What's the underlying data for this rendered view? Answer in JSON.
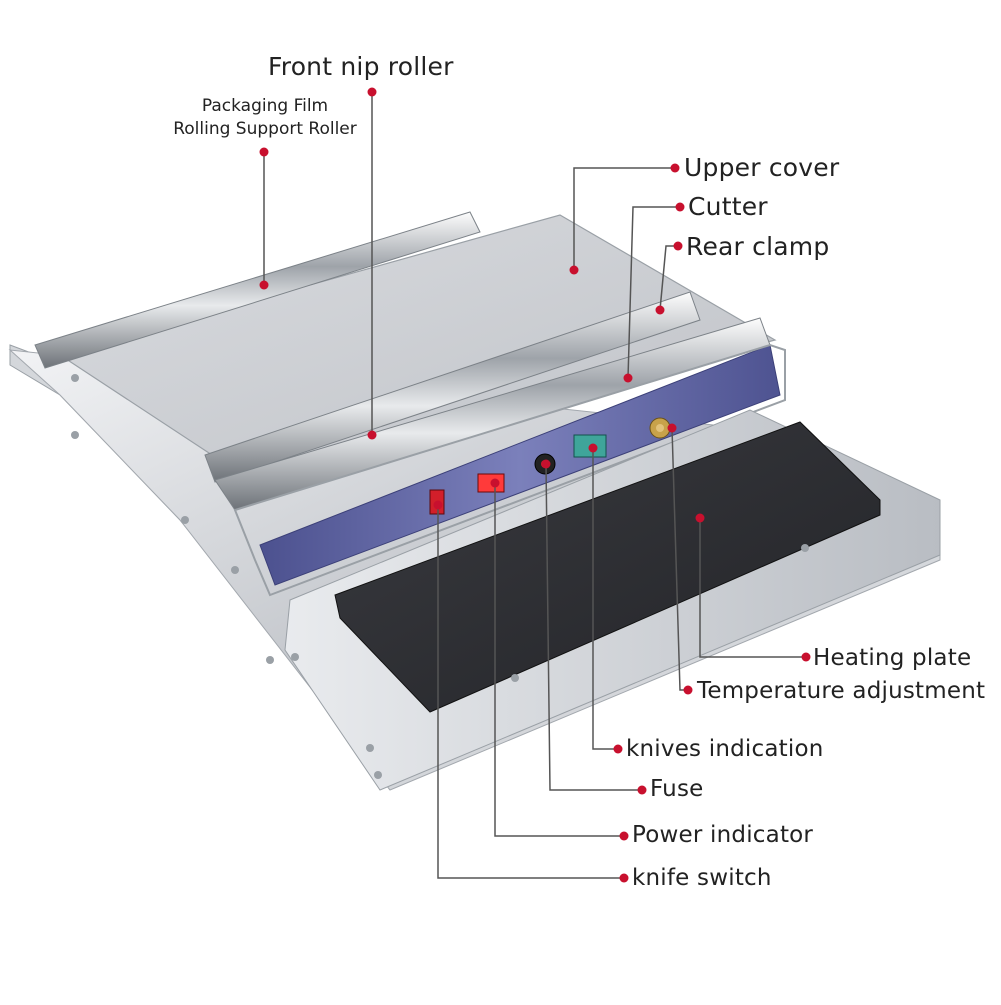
{
  "labels": {
    "front_nip_roller": "Front nip roller",
    "film_support_roller_line1": "Packaging Film",
    "film_support_roller_line2": "Rolling Support Roller",
    "upper_cover": "Upper cover",
    "cutter": "Cutter",
    "rear_clamp": "Rear clamp",
    "heating_plate": "Heating plate",
    "temperature_adjustment": "Temperature adjustment",
    "knives_indication": "knives indication",
    "fuse": "Fuse",
    "power_indicator": "Power indicator",
    "knife_switch": "knife switch"
  },
  "colors": {
    "leader_line": "#555555",
    "marker_dot": "#c8102e",
    "control_panel": "#5a5fa0",
    "heating_plate": "#2e2f33",
    "stainless_steel": "#c9ccd0"
  }
}
